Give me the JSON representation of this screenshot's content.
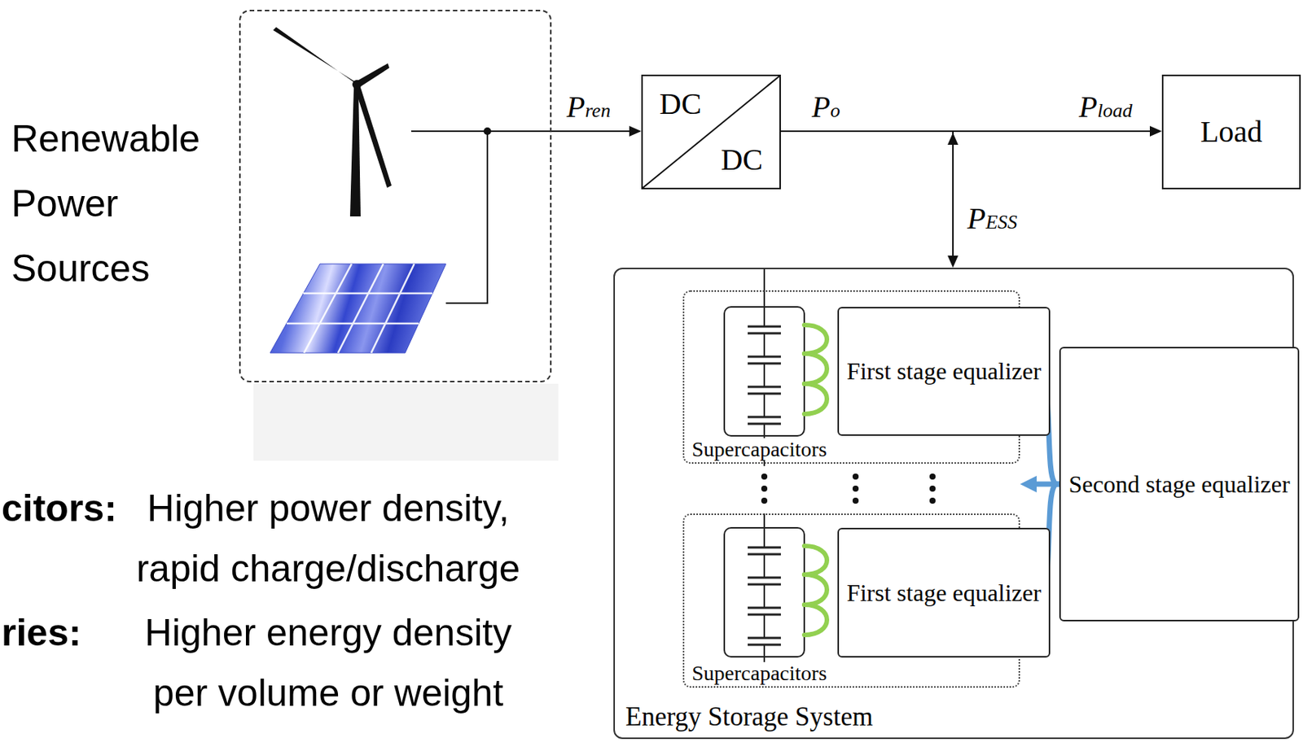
{
  "diagram": {
    "nodes": [
      {
        "text": [
          "Renewable Power Sources"
        ]
      },
      {
        "text": [
          "DC",
          "DC"
        ]
      },
      {
        "text": [
          "Load"
        ]
      },
      {
        "text": [
          "Energy Storage System"
        ]
      },
      {
        "text": [
          "Supercapacitors"
        ],
        "in": 3
      },
      {
        "text": [
          "First stage equalizer"
        ],
        "in": 4
      },
      {
        "text": [
          "Supercapacitors"
        ],
        "in": 3
      },
      {
        "text": [
          "First stage equalizer"
        ],
        "in": 6
      },
      {
        "text": [
          "Second stage equalizer"
        ],
        "in": 3
      }
    ],
    "edges": [
      {
        "from": 0,
        "to": 1,
        "arrow": "to",
        "label": "Pren"
      },
      {
        "from": 1,
        "to": 2,
        "arrow": "to",
        "label": "Po"
      },
      {
        "from": 1,
        "to": 3,
        "arrow": "both",
        "label": "PESS"
      },
      {
        "from": 8,
        "to": 4,
        "arrow": "to"
      },
      {
        "from": 8,
        "to": 6,
        "arrow": "to"
      }
    ],
    "labels": [
      "Pload",
      "citors:",
      "Higher power density, rapid charge/discharge",
      "ries:",
      "Higher energy density per volume or weight"
    ]
  }
}
